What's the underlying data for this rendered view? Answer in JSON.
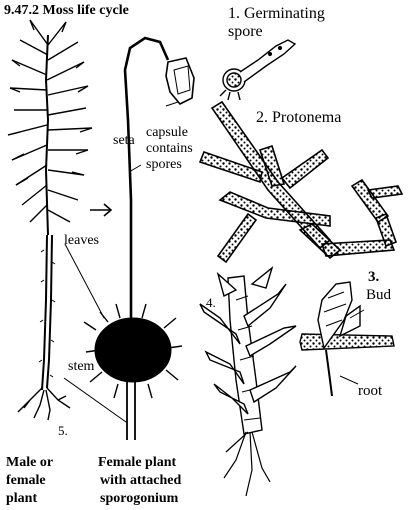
{
  "title": "9.47.2  Moss life cycle",
  "labels": {
    "germinating_spore_1": "1. Germinating",
    "germinating_spore_2": "spore",
    "protonema": "2. Protonema",
    "capsule_1": "capsule",
    "capsule_2": "contains",
    "capsule_3": "spores",
    "seta": "seta",
    "leaves": "leaves",
    "bud_1": "3.",
    "bud_2": "Bud",
    "stage_4": "4.",
    "stem": "stem",
    "root": "root",
    "stage_5": "5."
  },
  "captions": {
    "male_female_1": "Male or",
    "male_female_2": "female",
    "male_female_3": "plant",
    "female_1": "Female plant",
    "female_2": "with attached",
    "female_3": "sporogonium"
  }
}
